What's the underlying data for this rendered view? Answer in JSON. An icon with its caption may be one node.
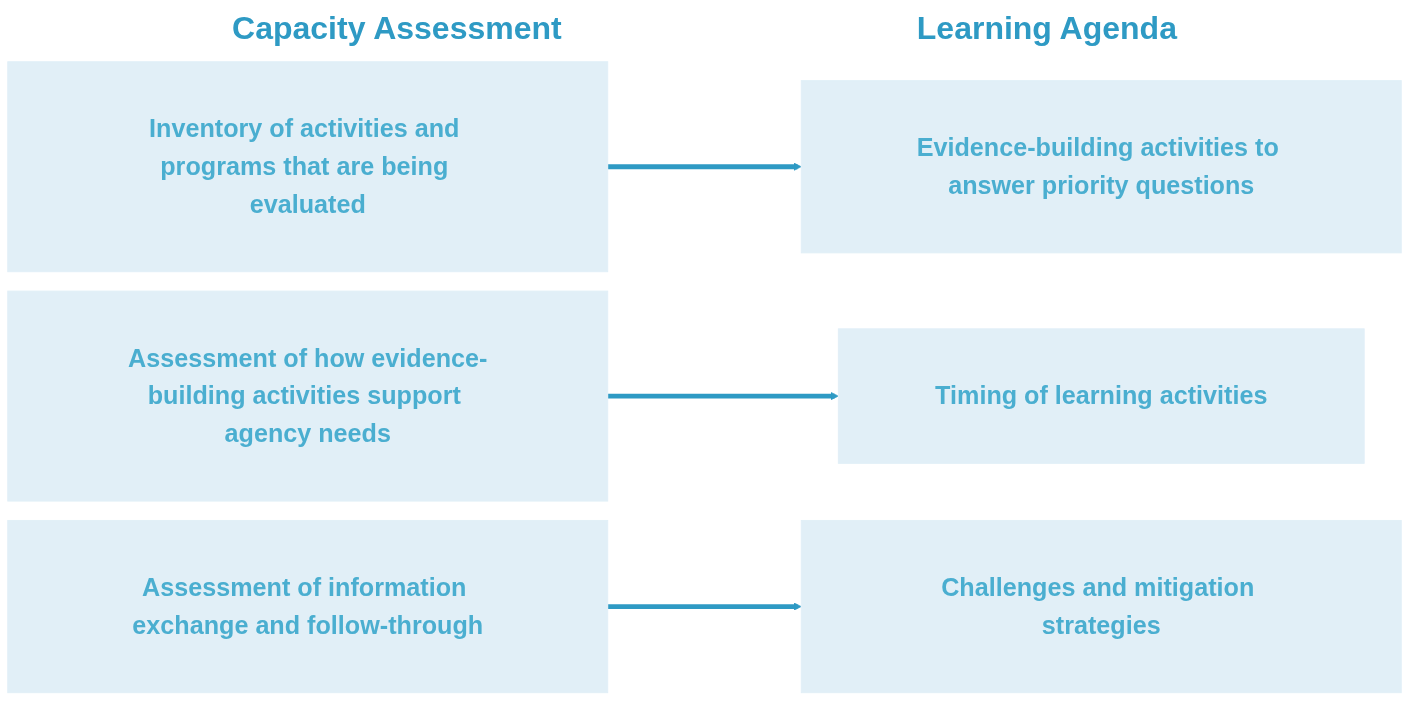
{
  "diagram": {
    "nodes": [
      {
        "text": [
          "Inventory of activities and programs that are being evaluated"
        ]
      },
      {
        "text": [
          "Assessment of how evidence-building activities support agency needs"
        ]
      },
      {
        "text": [
          "Assessment of information exchange and follow-through"
        ]
      },
      {
        "text": [
          "Evidence-building activities to answer priority questions"
        ]
      },
      {
        "text": [
          "Timing of learning activities"
        ]
      },
      {
        "text": [
          "Challenges and mitigation strategies"
        ]
      }
    ],
    "edges": [
      {
        "from": 0,
        "to": 3,
        "arrow": "to"
      },
      {
        "from": 1,
        "to": 4,
        "arrow": "to"
      },
      {
        "from": 2,
        "to": 5,
        "arrow": "to"
      }
    ],
    "labels": [
      "Capacity Assessment",
      "Learning Agenda"
    ]
  }
}
